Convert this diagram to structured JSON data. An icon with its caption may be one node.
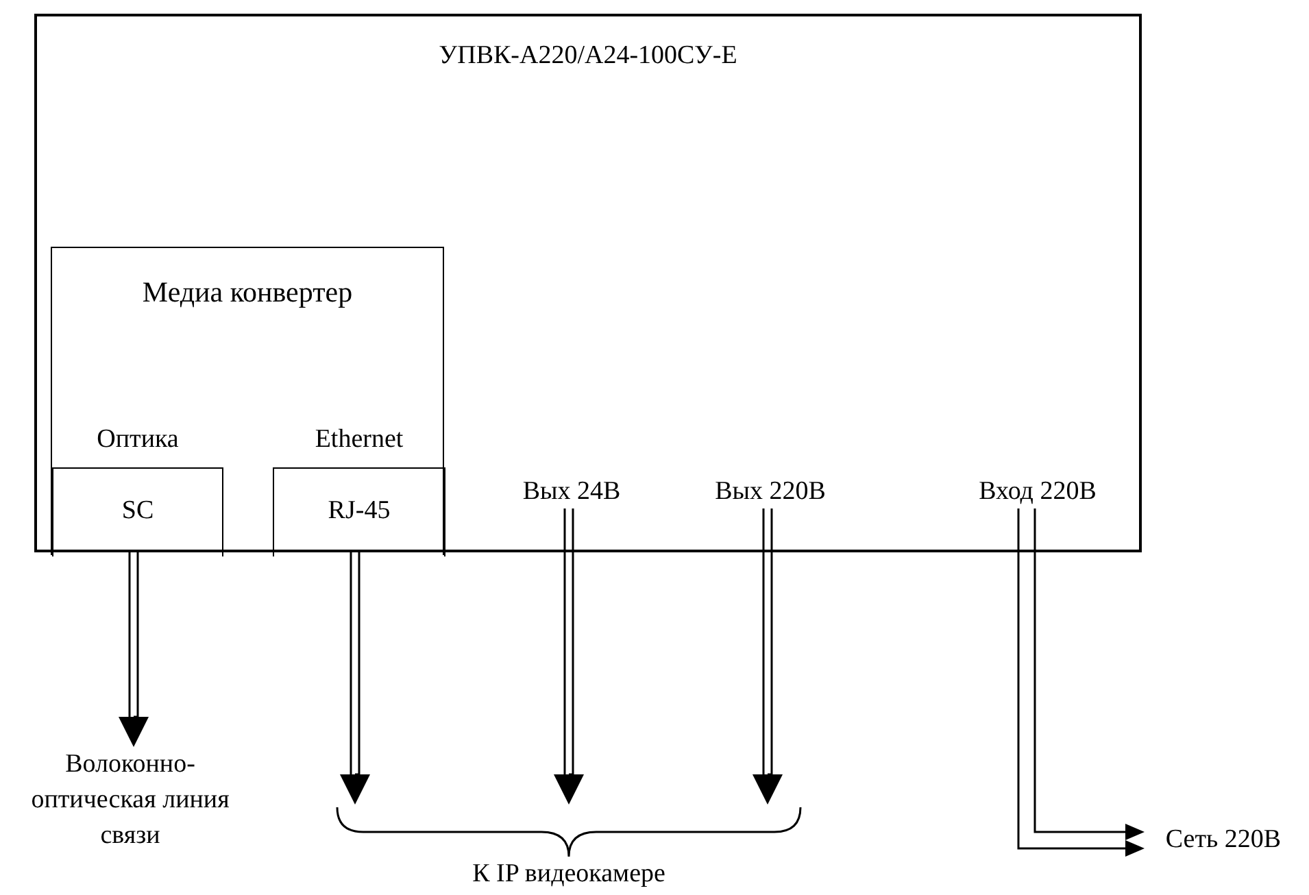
{
  "diagram": {
    "nodes": [
      {
        "text": [
          "УПВК-А220/А24-100СУ-Е"
        ]
      },
      {
        "text": [
          "Медиа конвертер"
        ],
        "in": 0
      },
      {
        "text": [
          "Оптика",
          "SC"
        ],
        "in": 1
      },
      {
        "text": [
          "Ethernet",
          "RJ-45"
        ],
        "in": 1
      },
      {
        "text": [
          "Вых 24В"
        ],
        "in": 0
      },
      {
        "text": [
          "Вых 220В"
        ],
        "in": 0
      },
      {
        "text": [
          "Вход 220В"
        ],
        "in": 0
      },
      {
        "text": [
          "Волоконно- оптическая линия связи"
        ]
      },
      {
        "text": [
          "К IP видеокамере"
        ]
      },
      {
        "text": [
          "Сеть 220В"
        ]
      }
    ],
    "edges": [
      {
        "from": 2,
        "to": 7,
        "arrow": "to"
      },
      {
        "from": 3,
        "to": 8,
        "arrow": "to"
      },
      {
        "from": 4,
        "to": 8,
        "arrow": "to"
      },
      {
        "from": 5,
        "to": 8,
        "arrow": "to"
      },
      {
        "from": 6,
        "to": 9,
        "arrow": "to"
      },
      {
        "from": 6,
        "to": 9,
        "arrow": "to"
      }
    ]
  }
}
